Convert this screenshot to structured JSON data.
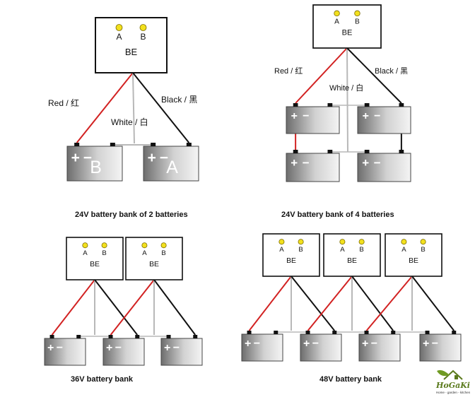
{
  "labels": {
    "controller": "BE",
    "lamp_a": "A",
    "lamp_b": "B",
    "plus": "+",
    "minus": "−",
    "red": "Red / 红",
    "white": "White / 白",
    "black": "Black / 黑",
    "battery_b": "B",
    "battery_a": "A"
  },
  "captions": {
    "d1": "24V battery bank of 2 batteries",
    "d2": "24V battery bank of 4 batteries",
    "d3": "36V battery bank",
    "d4": "48V battery bank"
  },
  "logo": {
    "text": "HoGaKi",
    "tagline": "Home - garden - kitchen"
  },
  "colors": {
    "red_wire": "#d22222",
    "black_wire": "#111111",
    "white_wire": "#b8b8b8",
    "lamp": "#f2e01e",
    "logo_green": "#5a7a1c"
  }
}
